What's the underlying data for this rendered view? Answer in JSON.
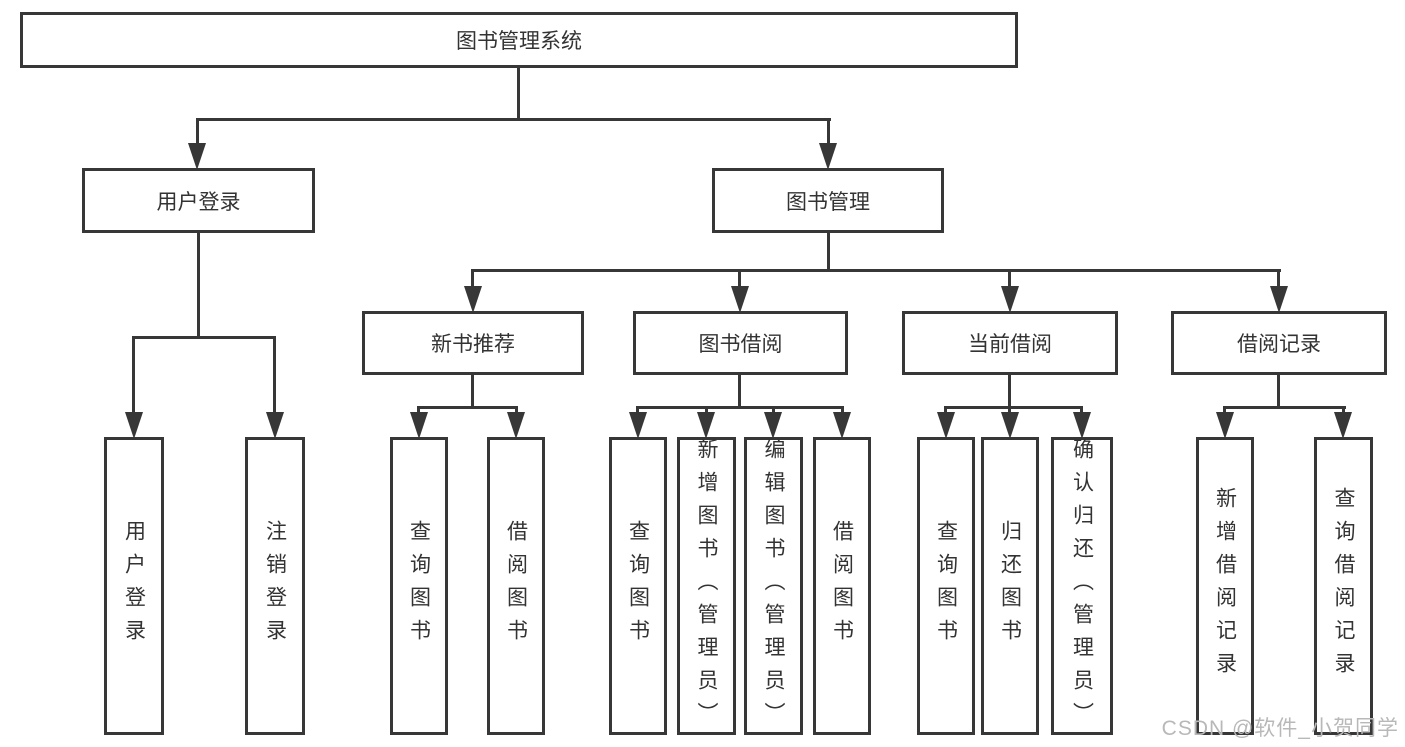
{
  "nodes": {
    "root": "图书管理系统",
    "level1": [
      "用户登录",
      "图书管理"
    ],
    "level2": [
      "新书推荐",
      "图书借阅",
      "当前借阅",
      "借阅记录"
    ],
    "leaves_login": [
      "用户登录",
      "注销登录"
    ],
    "leaves_recommend": [
      "查询图书",
      "借阅图书"
    ],
    "leaves_borrow": [
      "查询图书",
      "新增图书（管理员）",
      "编辑图书（管理员）",
      "借阅图书"
    ],
    "leaves_current": [
      "查询图书",
      "归还图书",
      "确认归还（管理员）"
    ],
    "leaves_records": [
      "新增借阅记录",
      "查询借阅记录"
    ]
  },
  "watermark": {
    "text": "CSDN @软件_小贺同学"
  },
  "colors": {
    "line": "#373737",
    "text": "#333333",
    "watermark": "#b8b8b8",
    "background": "#ffffff"
  }
}
